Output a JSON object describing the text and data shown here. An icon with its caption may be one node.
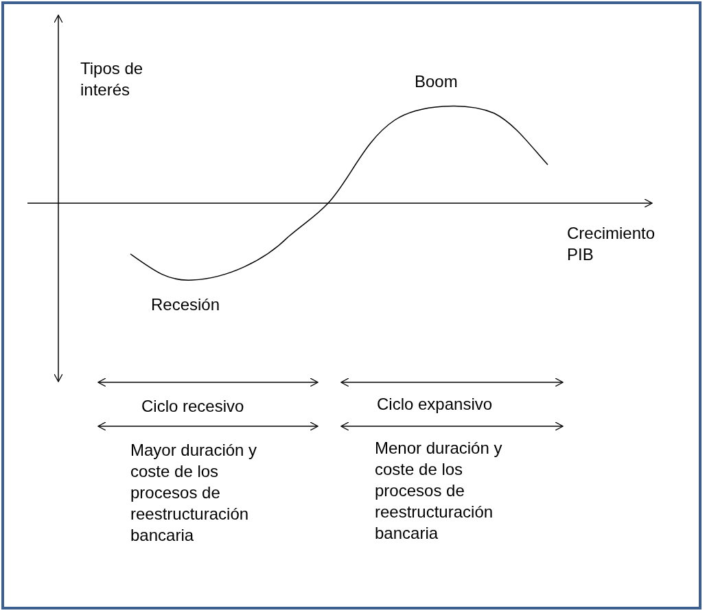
{
  "diagram": {
    "labels": [
      "Tipos de interés",
      "Boom",
      "Crecimiento PIB",
      "Recesión",
      "Ciclo recesivo",
      "Ciclo expansivo",
      "Mayor duración y coste de los procesos de reestructuración bancaria",
      "Menor duración y coste de los procesos de reestructuración bancaria"
    ]
  }
}
